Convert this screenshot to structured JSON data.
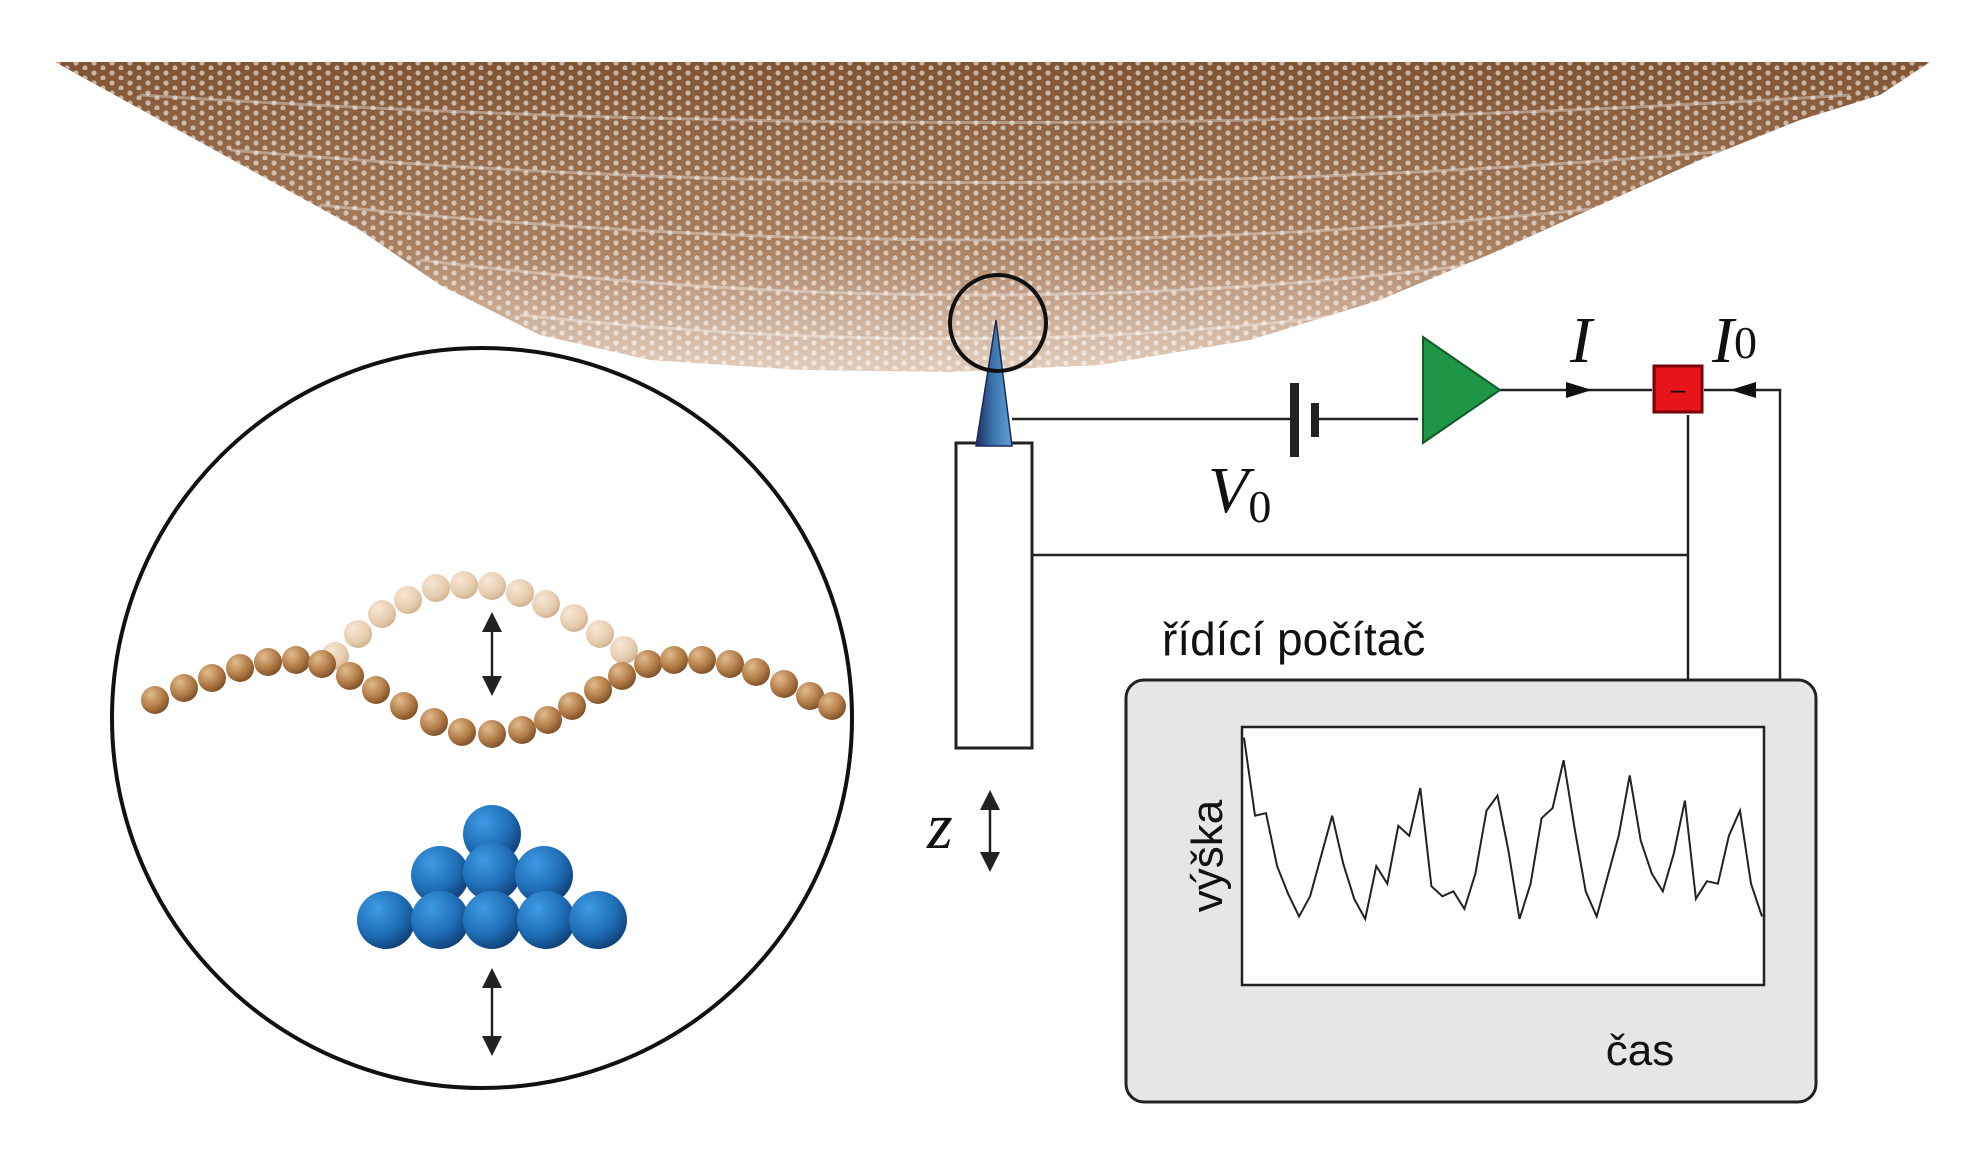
{
  "labels": {
    "voltage": "V",
    "voltage_sub": "0",
    "current": "I",
    "reference_current": "I",
    "reference_current_sub": "0",
    "z_axis": "z",
    "computer": "řídící počítač",
    "y_axis": "výška",
    "x_axis": "čas",
    "comparator_sign": "–"
  },
  "plot": {
    "signal": [
      0.97,
      0.66,
      0.67,
      0.46,
      0.35,
      0.26,
      0.34,
      0.5,
      0.66,
      0.47,
      0.33,
      0.25,
      0.46,
      0.39,
      0.62,
      0.58,
      0.77,
      0.38,
      0.34,
      0.36,
      0.29,
      0.43,
      0.68,
      0.74,
      0.52,
      0.25,
      0.39,
      0.65,
      0.69,
      0.88,
      0.61,
      0.36,
      0.26,
      0.42,
      0.58,
      0.82,
      0.56,
      0.43,
      0.36,
      0.51,
      0.72,
      0.33,
      0.4,
      0.39,
      0.58,
      0.68,
      0.39,
      0.26
    ]
  },
  "colors": {
    "graphene": "#8a5a34",
    "amplifier": "#1e9645",
    "comparator": "#e8141b",
    "atoms_blue": "#1f6fb8",
    "atoms_copper": "#b27c47",
    "computer_panel": "#e6e6e6"
  }
}
